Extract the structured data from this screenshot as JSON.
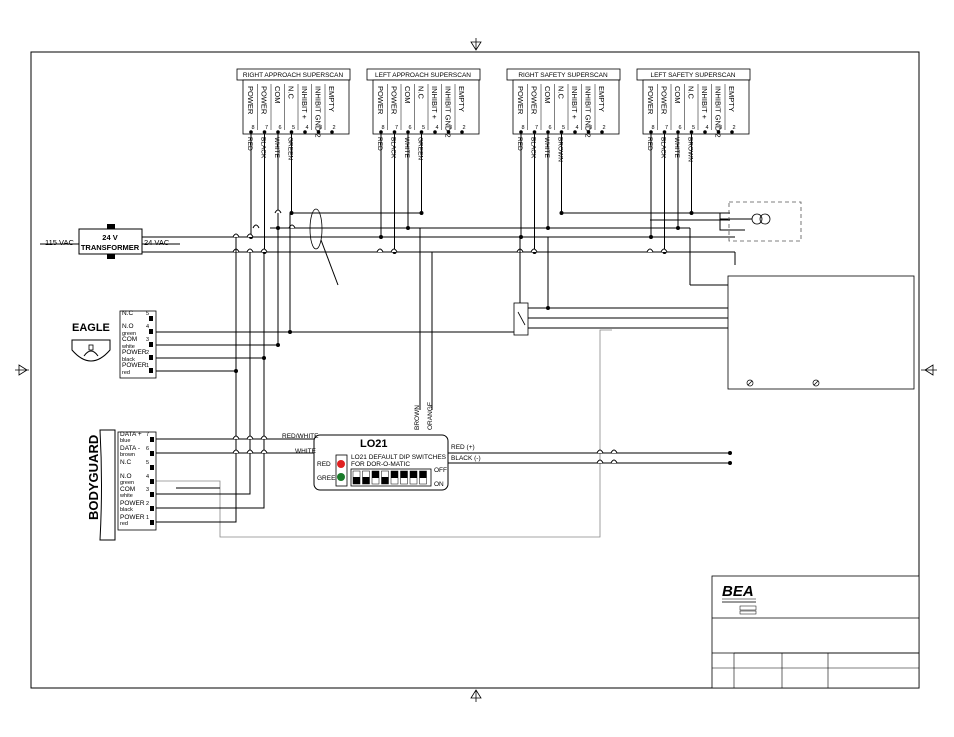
{
  "scanners": [
    {
      "title": "RIGHT APPROACH SUPERSCAN",
      "terminals": [
        "POWER",
        "POWER",
        "COM",
        "N.C",
        "INHIBIT +",
        "INHIBIT GND 2",
        "EMPTY"
      ],
      "numbers": [
        "8",
        "7",
        "6",
        "5",
        "4",
        "3",
        "2"
      ],
      "wires": [
        "RED",
        "BLACK",
        "WHITE",
        "GREEN"
      ]
    },
    {
      "title": "LEFT APPROACH SUPERSCAN",
      "terminals": [
        "POWER",
        "POWER",
        "COM",
        "N.C",
        "INHIBIT +",
        "INHIBIT GND 2",
        "EMPTY"
      ],
      "numbers": [
        "8",
        "7",
        "6",
        "5",
        "4",
        "3",
        "2"
      ],
      "wires": [
        "RED",
        "BLACK",
        "WHITE",
        "GREEN"
      ]
    },
    {
      "title": "RIGHT SAFETY SUPERSCAN",
      "terminals": [
        "POWER",
        "POWER",
        "COM",
        "N.C",
        "INHIBIT +",
        "INHIBIT GND 2",
        "EMPTY"
      ],
      "numbers": [
        "8",
        "7",
        "6",
        "5",
        "4",
        "3",
        "2"
      ],
      "wires": [
        "RED",
        "BLACK",
        "WHITE",
        "BROWN"
      ]
    },
    {
      "title": "LEFT SAFETY SUPERSCAN",
      "terminals": [
        "POWER",
        "POWER",
        "COM",
        "N.C",
        "INHIBIT +",
        "INHIBIT GND 2",
        "EMPTY"
      ],
      "numbers": [
        "8",
        "7",
        "6",
        "5",
        "4",
        "3",
        "2"
      ],
      "wires": [
        "RED",
        "BLACK",
        "WHITE",
        "BROWN"
      ]
    }
  ],
  "transformer": {
    "label_line1": "24 V",
    "label_line2": "TRANSFORMER",
    "input": "115 VAC",
    "output": "24 VAC"
  },
  "eagle": {
    "title": "EAGLE",
    "terminals": [
      {
        "label": "N.C",
        "sub": "",
        "num": "5"
      },
      {
        "label": "N.O",
        "sub": "green",
        "num": "4"
      },
      {
        "label": "COM",
        "sub": "white",
        "num": "3"
      },
      {
        "label": "POWER",
        "sub": "black",
        "num": "2"
      },
      {
        "label": "POWER",
        "sub": "red",
        "num": "1"
      }
    ]
  },
  "bodyguard": {
    "title": "BODYGUARD",
    "terminals": [
      {
        "label": "DATA +",
        "sub": "blue",
        "num": "7"
      },
      {
        "label": "DATA -",
        "sub": "brown",
        "num": "6"
      },
      {
        "label": "N.C",
        "sub": "",
        "num": "5"
      },
      {
        "label": "N.O",
        "sub": "green",
        "num": "4"
      },
      {
        "label": "COM",
        "sub": "white",
        "num": "3"
      },
      {
        "label": "POWER",
        "sub": "black",
        "num": "2"
      },
      {
        "label": "POWER",
        "sub": "red",
        "num": "1"
      }
    ],
    "wire_labels": [
      "RED/WHITE",
      "WHITE"
    ]
  },
  "lo21": {
    "title": "LO21",
    "dip_line1": "LO21 DEFAULT DIP SWITCHES",
    "dip_line2": "FOR DOR-O-MATIC",
    "red_label": "RED",
    "green_label": "GREEN",
    "off_label": "OFF",
    "on_label": "ON",
    "out_pos": "RED (+)",
    "out_neg": "BLACK (-)",
    "in_wires": [
      "BROWN",
      "ORANGE"
    ],
    "colors": {
      "red": "#e02020",
      "green": "#1a7a2a"
    }
  },
  "titleblock": {
    "logo": "BEA"
  }
}
